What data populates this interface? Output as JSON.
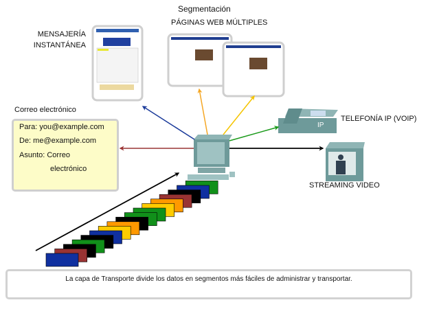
{
  "title": "Segmentación",
  "labels": {
    "web_pages": "PÁGINAS WEB MÚLTIPLES",
    "im_line1": "MENSAJERÍA",
    "im_line2": "INSTANTÁNEA",
    "email_title": "Correo electrónico",
    "voip": "TELEFONÍA IP (VOIP)",
    "video": "STREAMING VIDEO",
    "phone_badge": "IP"
  },
  "email": {
    "to": "Para: you@example.com",
    "from": "De: me@example.com",
    "subject_line1": "Asunto: Correo",
    "subject_line2": "electrónico"
  },
  "caption": "La capa de Transporte divide los datos en segmentos más fáciles de administrar y transportar.",
  "segments": [
    "#1030a0",
    "#993333",
    "#000000",
    "#11901a",
    "#000000",
    "#1030a0",
    "#ffcc00",
    "#ff9900",
    "#000000",
    "#11901a",
    "#11901a",
    "#ffcc00",
    "#ff9900",
    "#993333",
    "#000000",
    "#1030a0",
    "#11901a"
  ],
  "arrow_colors": {
    "im": "#1a3a9a",
    "web1": "#f5a623",
    "web2": "#f5c400",
    "voip": "#1a9a1a",
    "video": "#000000",
    "email": "#993333",
    "input": "#000000"
  }
}
